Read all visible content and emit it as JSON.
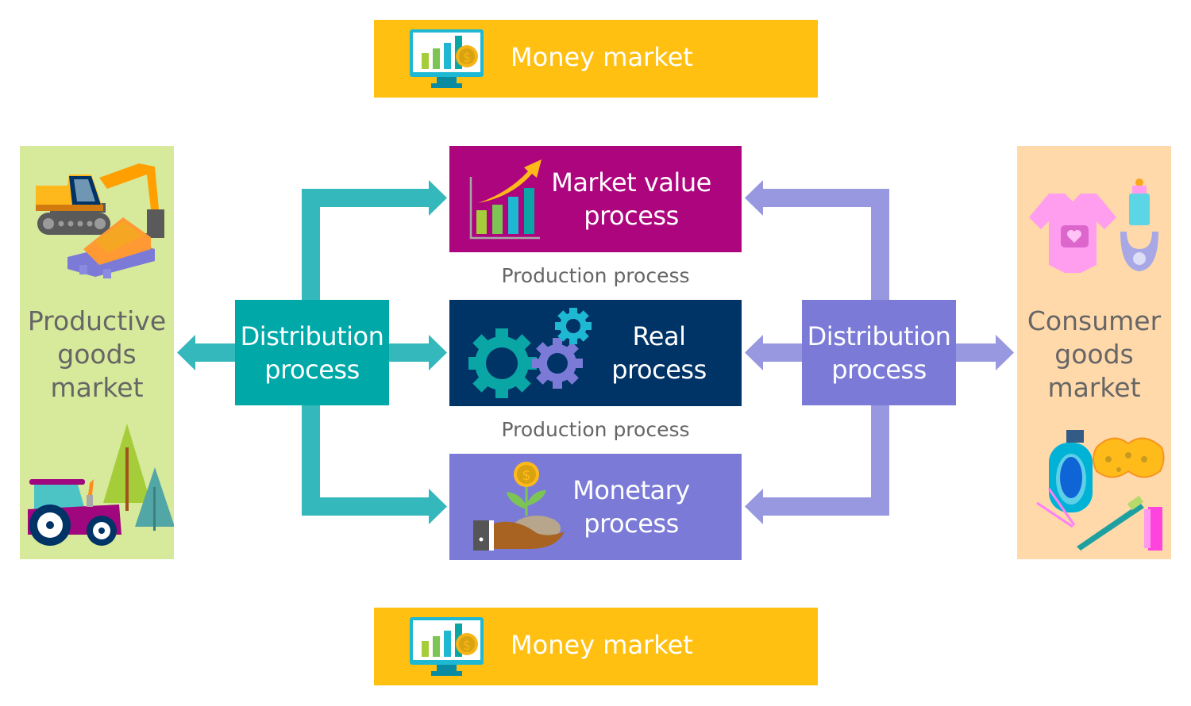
{
  "money_market_top": {
    "label": "Money market",
    "icon": "monitor-chart-dollar-icon"
  },
  "money_market_bottom": {
    "label": "Money market",
    "icon": "monitor-chart-dollar-icon"
  },
  "productive_market": {
    "label_lines": [
      "Productive",
      "goods",
      "market"
    ],
    "icons": [
      "excavator-icon",
      "lumber-pallet-icon",
      "tractor-icon",
      "trees-icon"
    ]
  },
  "consumer_market": {
    "label_lines": [
      "Consumer",
      "goods",
      "market"
    ],
    "icons": [
      "baby-bodysuit-icon",
      "baby-bottle-icon",
      "bib-icon",
      "soap-bottle-icon",
      "sponge-icon",
      "cotton-swabs-icon",
      "toothbrush-icon",
      "comb-icon"
    ]
  },
  "processes": [
    {
      "id": "market-value",
      "label_lines": [
        "Market value",
        "process"
      ],
      "icon": "growth-chart-icon"
    },
    {
      "id": "real",
      "label_lines": [
        "Real",
        "process"
      ],
      "icon": "gears-icon"
    },
    {
      "id": "monetary",
      "label_lines": [
        "Monetary",
        "process"
      ],
      "icon": "hand-money-plant-icon"
    }
  ],
  "production_labels": [
    "Production process",
    "Production process"
  ],
  "distribution_left": {
    "label_lines": [
      "Distribution",
      "process"
    ]
  },
  "distribution_right": {
    "label_lines": [
      "Distribution",
      "process"
    ]
  },
  "colors": {
    "money_market": "#FFC012",
    "productive_bg": "#D7E99A",
    "consumer_bg": "#FFD9AA",
    "market_value": "#AD057E",
    "real": "#003366",
    "monetary": "#7B7BD7",
    "distribution_left": "#00A8A8",
    "distribution_left_arrow": "#35B8BB",
    "distribution_right": "#7B7BD7",
    "distribution_right_arrow": "#9898E0"
  }
}
